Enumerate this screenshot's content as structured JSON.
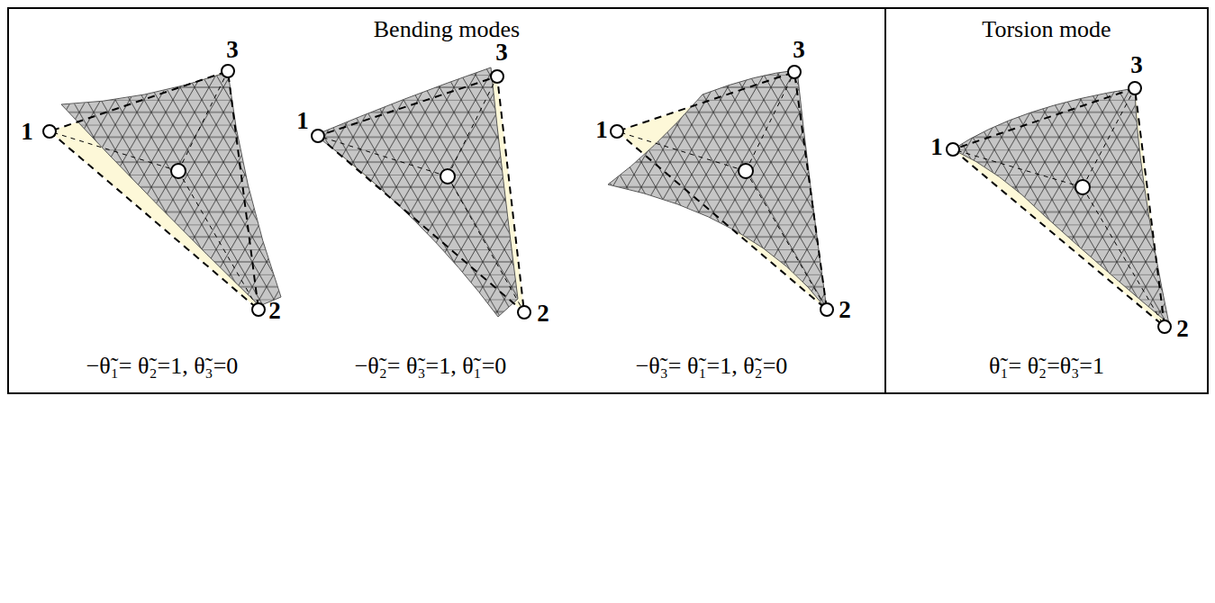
{
  "diagram": {
    "nodes": [
      {
        "text": [
          "Bending modes"
        ]
      },
      {
        "text": [
          "Torsion mode"
        ]
      }
    ],
    "labels": [
      "1",
      "2",
      "3",
      "1",
      "2",
      "3",
      "1",
      "2",
      "3",
      "1",
      "2",
      "3",
      "−θ̃₁= θ̃₂=1, θ̃₃=0",
      "−θ̃₂= θ̃₃=1, θ̃₁=0",
      "−θ̃₃= θ̃₁=1, θ̃₂=0",
      "θ̃₁= θ̃₂=θ̃₃=1"
    ]
  }
}
